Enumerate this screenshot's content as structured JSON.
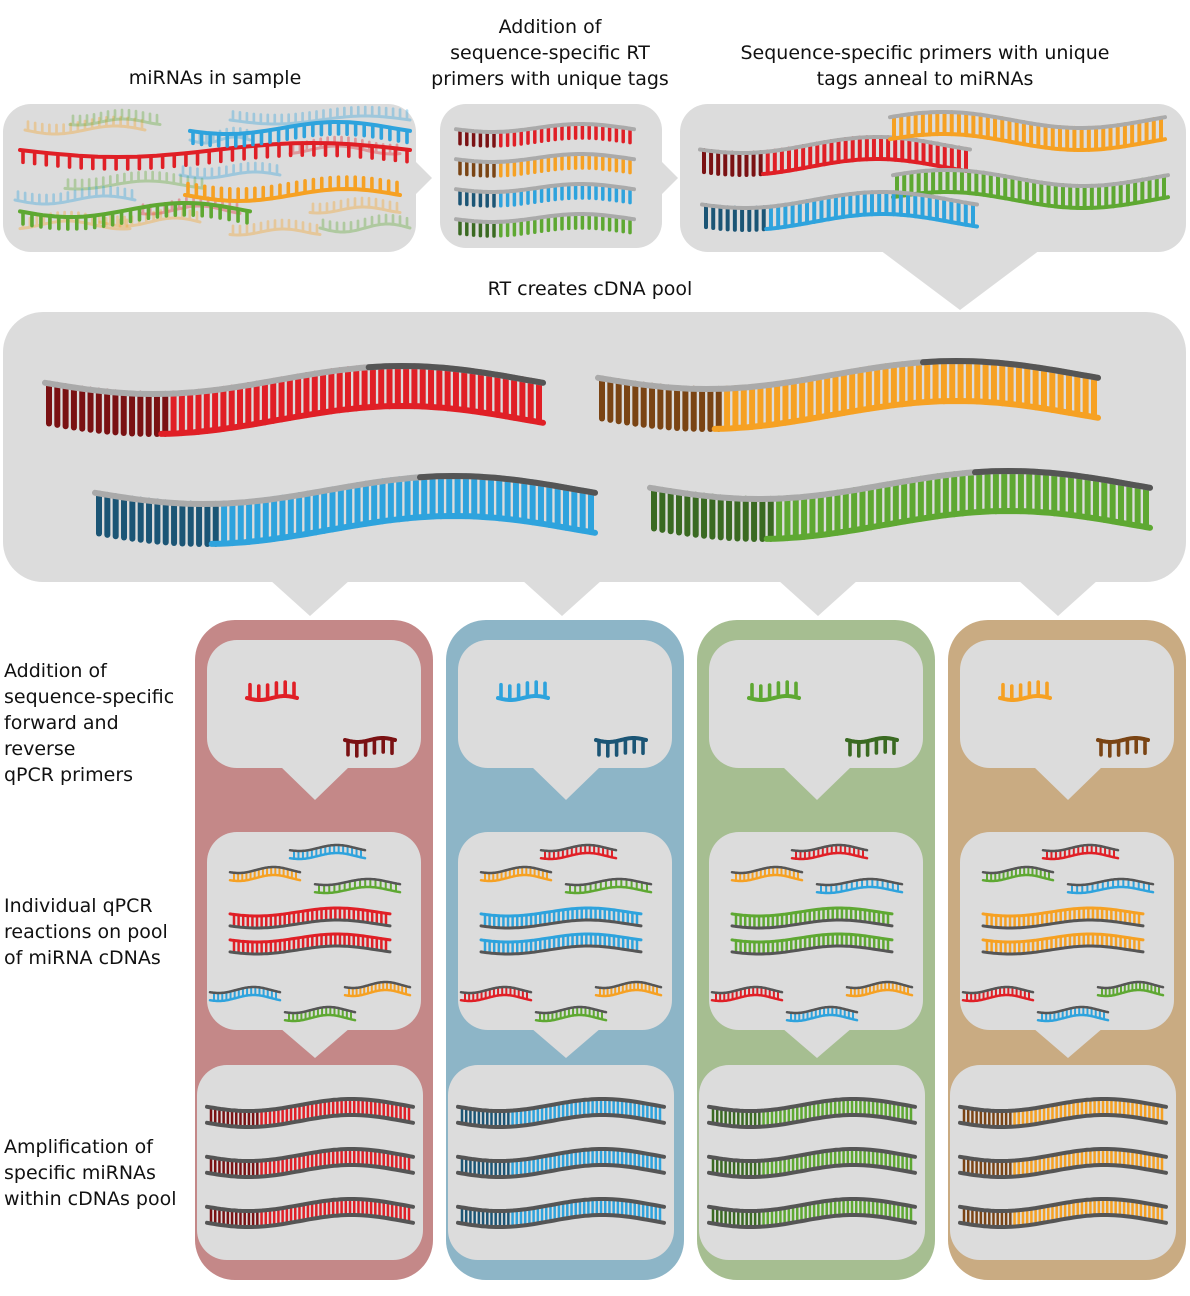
{
  "labels": {
    "step1": "miRNAs in sample",
    "step2": [
      "Addition of",
      "sequence-specific RT",
      "primers with unique tags"
    ],
    "step3": [
      "Sequence-specific primers with unique",
      "tags anneal to miRNAs"
    ],
    "step4": "RT creates cDNA pool",
    "side1": [
      "Addition of",
      "sequence-specific",
      "forward and reverse",
      "qPCR primers"
    ],
    "side2": [
      "Individual qPCR",
      "reactions on pool",
      "of miRNA cDNAs"
    ],
    "side3": [
      "Amplification of",
      "specific miRNAs",
      "within cDNAs pool"
    ]
  },
  "colors": {
    "red": "#e01f26",
    "red_dark": "#7a1113",
    "blue": "#2ea3dd",
    "blue_dark": "#1b5575",
    "green": "#5ea832",
    "green_dark": "#3a6a22",
    "orange": "#f6a123",
    "orange_dark": "#7a4414",
    "panel": "#dcdcdc",
    "tag_light": "#aaaaaa",
    "tag_dark": "#555555",
    "col_red": "#c48888",
    "col_blue": "#8db5c7",
    "col_green": "#a6be91",
    "col_orange": "#c9ab82"
  },
  "columns": [
    "red",
    "blue",
    "green",
    "orange"
  ]
}
